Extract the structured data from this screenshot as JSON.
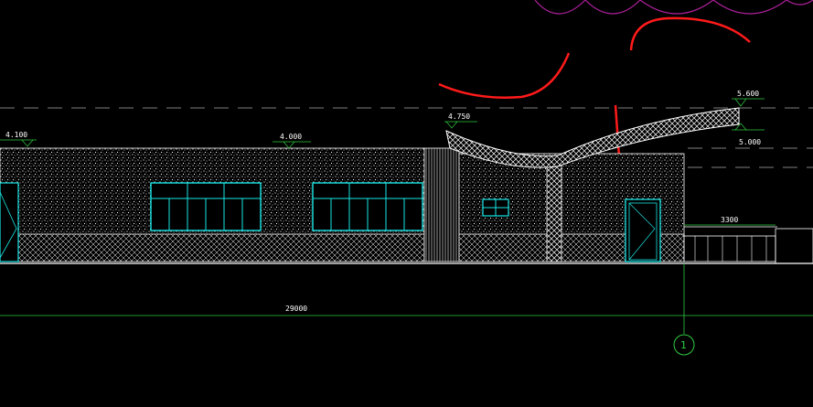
{
  "drawing": {
    "background": "#000000",
    "elevations": {
      "left_roof": "4.100",
      "main_roof": "4.000",
      "canopy_start": "4.750",
      "canopy_top": "5.600",
      "canopy_bottom": "5.000"
    },
    "dimensions": {
      "overall_length": "29000",
      "right_span": "3300"
    },
    "grid_axis": "1",
    "colors": {
      "cad_white": "#ffffff",
      "window_cyan": "#19e6e6",
      "dimension_green": "#2ecc40",
      "markup_red": "#ff1a1a",
      "cloud_magenta": "#b0209c"
    }
  }
}
